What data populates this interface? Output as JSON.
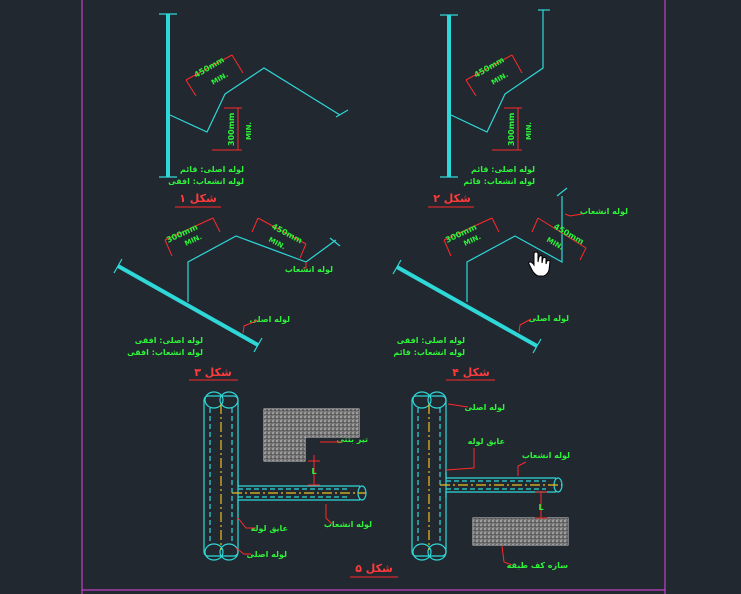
{
  "colors": {
    "background": "#212830",
    "frame": "#c23fc8",
    "pipe": "#2fd8d8",
    "dimension": "#ff2a2a",
    "text": "#2ef23a",
    "caption_underline": "#ff2a2a",
    "centerline": "#e8c020",
    "hatch": "#cfcfcf"
  },
  "figures": {
    "fig1": {
      "caption": "شکل ۱",
      "dim_a": "450mm",
      "dim_a_min": "MIN.",
      "dim_b": "300mm",
      "dim_b_min": "MIN.",
      "note_line1": "لوله اصلی: قائم",
      "note_line2": "لوله انشعاب: افقی"
    },
    "fig2": {
      "caption": "شکل ۲",
      "dim_a": "450mm",
      "dim_a_min": "MIN.",
      "dim_b": "300mm",
      "dim_b_min": "MIN.",
      "note_line1": "لوله اصلی: قائم",
      "note_line2": "لوله انشعاب: قائم"
    },
    "fig3": {
      "caption": "شکل ۳",
      "dim_a": "300mm",
      "dim_a_min": "MIN.",
      "dim_b": "450mm",
      "dim_b_min": "MIN.",
      "branch_label": "لوله انشعاب",
      "main_label": "لوله اصلی",
      "note_line1": "لوله اصلی: افقی",
      "note_line2": "لوله انشعاب: افقی"
    },
    "fig4": {
      "caption": "شکل ۴",
      "dim_a": "300mm",
      "dim_a_min": "MIN.",
      "dim_b": "450mm",
      "dim_b_min": "MIN.",
      "branch_label": "لوله انشعاب",
      "main_label": "لوله اصلی",
      "note_line1": "لوله اصلی: افقی",
      "note_line2": "لوله انشعاب: قائم"
    },
    "fig5": {
      "caption": "شکل ۵",
      "beam_label": "تیر بتنی",
      "dim_l": "L",
      "insulation_label": "عایق لوله",
      "branch_label": "لوله انشعاب",
      "main_label": "لوله اصلی",
      "main_label_right": "لوله اصلی",
      "insulation_label_right": "عایق لوله",
      "branch_label_right": "لوله انشعاب",
      "dim_l_right": "L",
      "slab_label": "سازه کف طبقه"
    }
  }
}
